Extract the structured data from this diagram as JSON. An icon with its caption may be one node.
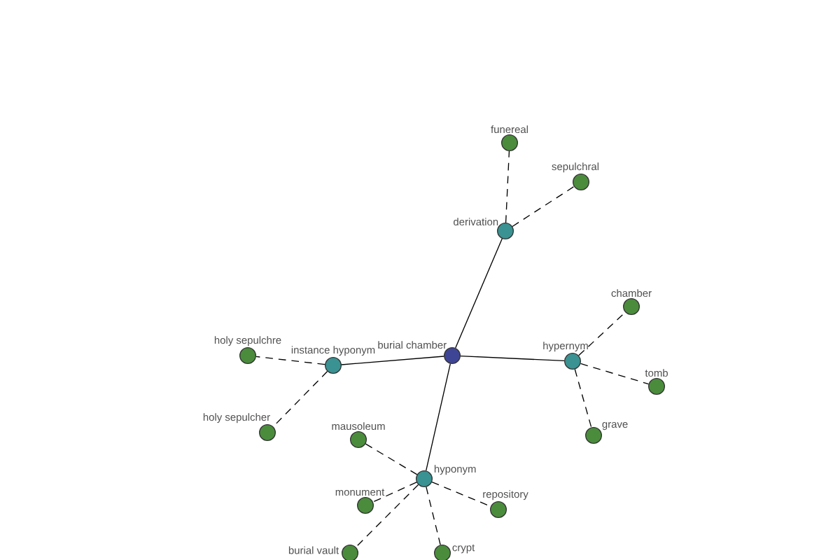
{
  "diagram": {
    "nodes": [
      {
        "text": [
          "burial chamber"
        ]
      },
      {
        "text": [
          "derivation"
        ]
      },
      {
        "text": [
          "funereal"
        ]
      },
      {
        "text": [
          "sepulchral"
        ]
      },
      {
        "text": [
          "instance hyponym"
        ]
      },
      {
        "text": [
          "holy sepulchre"
        ]
      },
      {
        "text": [
          "holy sepulcher"
        ]
      },
      {
        "text": [
          "hypernym"
        ]
      },
      {
        "text": [
          "chamber"
        ]
      },
      {
        "text": [
          "tomb"
        ]
      },
      {
        "text": [
          "grave"
        ]
      },
      {
        "text": [
          "hyponym"
        ]
      },
      {
        "text": [
          "mausoleum"
        ]
      },
      {
        "text": [
          "monument"
        ]
      },
      {
        "text": [
          "repository"
        ]
      },
      {
        "text": [
          "burial vault"
        ]
      },
      {
        "text": [
          "crypt"
        ]
      }
    ],
    "edges": [
      {
        "from": 0,
        "to": 1,
        "arrow": "none"
      },
      {
        "from": 1,
        "to": 2,
        "arrow": "none",
        "style": "dashed"
      },
      {
        "from": 1,
        "to": 3,
        "arrow": "none",
        "style": "dashed"
      },
      {
        "from": 0,
        "to": 4,
        "arrow": "none"
      },
      {
        "from": 4,
        "to": 5,
        "arrow": "none",
        "style": "dashed"
      },
      {
        "from": 4,
        "to": 6,
        "arrow": "none",
        "style": "dashed"
      },
      {
        "from": 0,
        "to": 7,
        "arrow": "none"
      },
      {
        "from": 7,
        "to": 8,
        "arrow": "none",
        "style": "dashed"
      },
      {
        "from": 7,
        "to": 9,
        "arrow": "none",
        "style": "dashed"
      },
      {
        "from": 7,
        "to": 10,
        "arrow": "none",
        "style": "dashed"
      },
      {
        "from": 0,
        "to": 11,
        "arrow": "none"
      },
      {
        "from": 11,
        "to": 12,
        "arrow": "none",
        "style": "dashed"
      },
      {
        "from": 11,
        "to": 13,
        "arrow": "none",
        "style": "dashed"
      },
      {
        "from": 11,
        "to": 14,
        "arrow": "none",
        "style": "dashed"
      },
      {
        "from": 11,
        "to": 15,
        "arrow": "none",
        "style": "dashed"
      },
      {
        "from": 11,
        "to": 16,
        "arrow": "none",
        "style": "dashed"
      }
    ]
  }
}
